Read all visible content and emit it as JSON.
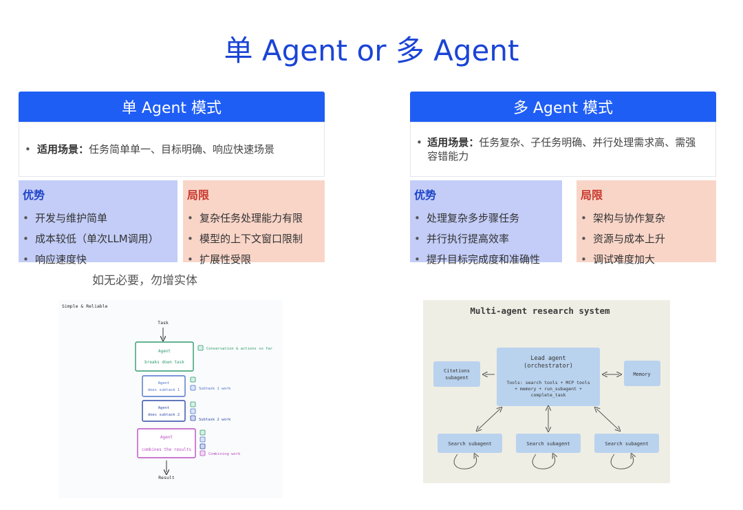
{
  "title": "单 Agent or 多 Agent",
  "single": {
    "header": "单 Agent 模式",
    "scenario_label": "适用场景：",
    "scenario_text": "任务简单单一、目标明确、响应快速场景",
    "advantages_title": "优势",
    "advantages": [
      "开发与维护简单",
      "成本较低（单次LLM调用）",
      "响应速度快"
    ],
    "limitations_title": "局限",
    "limitations": [
      "复杂任务处理能力有限",
      "模型的上下文窗口限制",
      "扩展性受限"
    ],
    "motto": "如无必要，勿增实体"
  },
  "multi": {
    "header": "多 Agent 模式",
    "scenario_label": "适用场景：",
    "scenario_text": "任务复杂、子任务明确、并行处理需求高、需强容错能力",
    "advantages_title": "优势",
    "advantages": [
      "处理复杂多步骤任务",
      "并行执行提高效率",
      "提升目标完成度和准确性"
    ],
    "limitations_title": "局限",
    "limitations": [
      "架构与协作复杂",
      "资源与成本上升",
      "调试难度加大"
    ]
  },
  "diagram_single": {
    "heading": "Simple & Reliable",
    "task": "Task",
    "agent1_l1": "Agent",
    "agent1_l2": "breaks down task",
    "conv": "Conversation & actions so far",
    "agent2_l1": "Agent",
    "agent2_l2": "does subtask 1",
    "sub1": "Subtask 1 work",
    "agent3_l1": "Agent",
    "agent3_l2": "does subtask 2",
    "sub2": "Subtask 2 work",
    "agent4_l1": "Agent",
    "agent4_l2": "combines the results",
    "comb": "Combining work",
    "result": "Result"
  },
  "diagram_multi": {
    "heading": "Multi-agent research system",
    "lead_l1": "Lead agent",
    "lead_l2": "(orchestrator)",
    "tools_l1": "Tools: search tools + MCP tools",
    "tools_l2": "+ memory + run_subagent +",
    "tools_l3": "complete_task",
    "cit_l1": "Citations",
    "cit_l2": "subagent",
    "memory": "Memory",
    "search1": "Search subagent",
    "search2": "Search subagent",
    "search3": "Search subagent"
  },
  "colors": {
    "accent": "#1f5ef5",
    "advantage_bg": "#c3cdf7",
    "limitation_bg": "#f9d5c8",
    "green": "#2f9a6e",
    "blue": "#4d73c8",
    "purple": "#b84cc0",
    "node_bg": "#b9d2ee"
  }
}
